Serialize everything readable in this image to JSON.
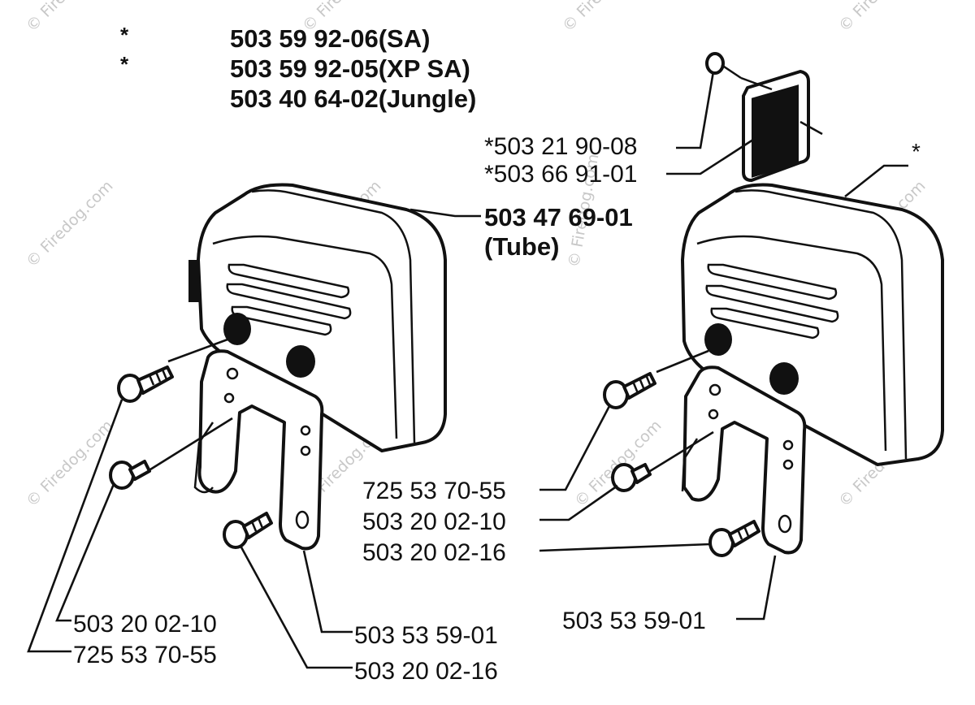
{
  "watermark": "© Firedog.com",
  "header_labels": [
    {
      "marker": "*",
      "text": "503 59 92-06(SA)"
    },
    {
      "marker": "*",
      "text": "503 59 92-05(XP SA)"
    },
    {
      "marker": "",
      "text": "503 40 64-02(Jungle)"
    }
  ],
  "labels": {
    "screw_grille_a": "*503 21 90-08",
    "screw_grille_b": "*503 66 91-01",
    "right_asterisk": "*",
    "tube_part": "503 47 69-01",
    "tube_note": "(Tube)",
    "right_bolt_a": "725 53 70-55",
    "right_bolt_b": "503 20 02-10",
    "right_bolt_c": "503 20 02-16",
    "right_bracket": "503 53 59-01",
    "left_bolt_b": "503 20 02-10",
    "left_bolt_a": "725 53 70-55",
    "left_bracket": "503 53 59-01",
    "left_bolt_c": "503 20 02-16"
  },
  "colors": {
    "ink": "#111111",
    "background": "#ffffff",
    "watermark": "#c8c8c8"
  }
}
